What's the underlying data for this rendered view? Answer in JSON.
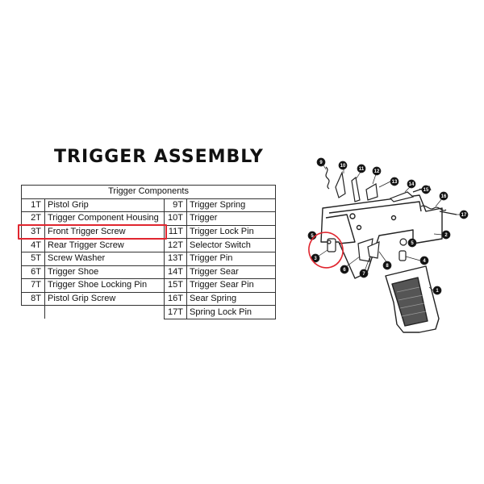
{
  "title": "TRIGGER ASSEMBLY",
  "table": {
    "header": "Trigger Components",
    "left": [
      {
        "num": "1T",
        "name": "Pistol Grip"
      },
      {
        "num": "2T",
        "name": "Trigger Component Housing"
      },
      {
        "num": "3T",
        "name": "Front Trigger Screw"
      },
      {
        "num": "4T",
        "name": "Rear Trigger Screw"
      },
      {
        "num": "5T",
        "name": "Screw Washer"
      },
      {
        "num": "6T",
        "name": "Trigger Shoe"
      },
      {
        "num": "7T",
        "name": "Trigger Shoe Locking Pin"
      },
      {
        "num": "8T",
        "name": "Pistol Grip Screw"
      }
    ],
    "right": [
      {
        "num": "9T",
        "name": "Trigger Spring"
      },
      {
        "num": "10T",
        "name": "Trigger"
      },
      {
        "num": "11T",
        "name": "Trigger Lock Pin"
      },
      {
        "num": "12T",
        "name": "Selector Switch"
      },
      {
        "num": "13T",
        "name": "Trigger Pin"
      },
      {
        "num": "14T",
        "name": "Trigger Sear"
      },
      {
        "num": "15T",
        "name": "Trigger Sear Pin"
      },
      {
        "num": "16T",
        "name": "Sear Spring"
      },
      {
        "num": "17T",
        "name": "Spring Lock Pin"
      }
    ],
    "highlighted_row": "3T",
    "highlight_color": "#e0262f"
  },
  "diagram": {
    "callouts": [
      "1",
      "2",
      "3",
      "4",
      "5",
      "5",
      "6",
      "7",
      "8",
      "9",
      "10",
      "11",
      "12",
      "13",
      "14",
      "15",
      "16",
      "17"
    ],
    "highlight_callout": "3"
  }
}
